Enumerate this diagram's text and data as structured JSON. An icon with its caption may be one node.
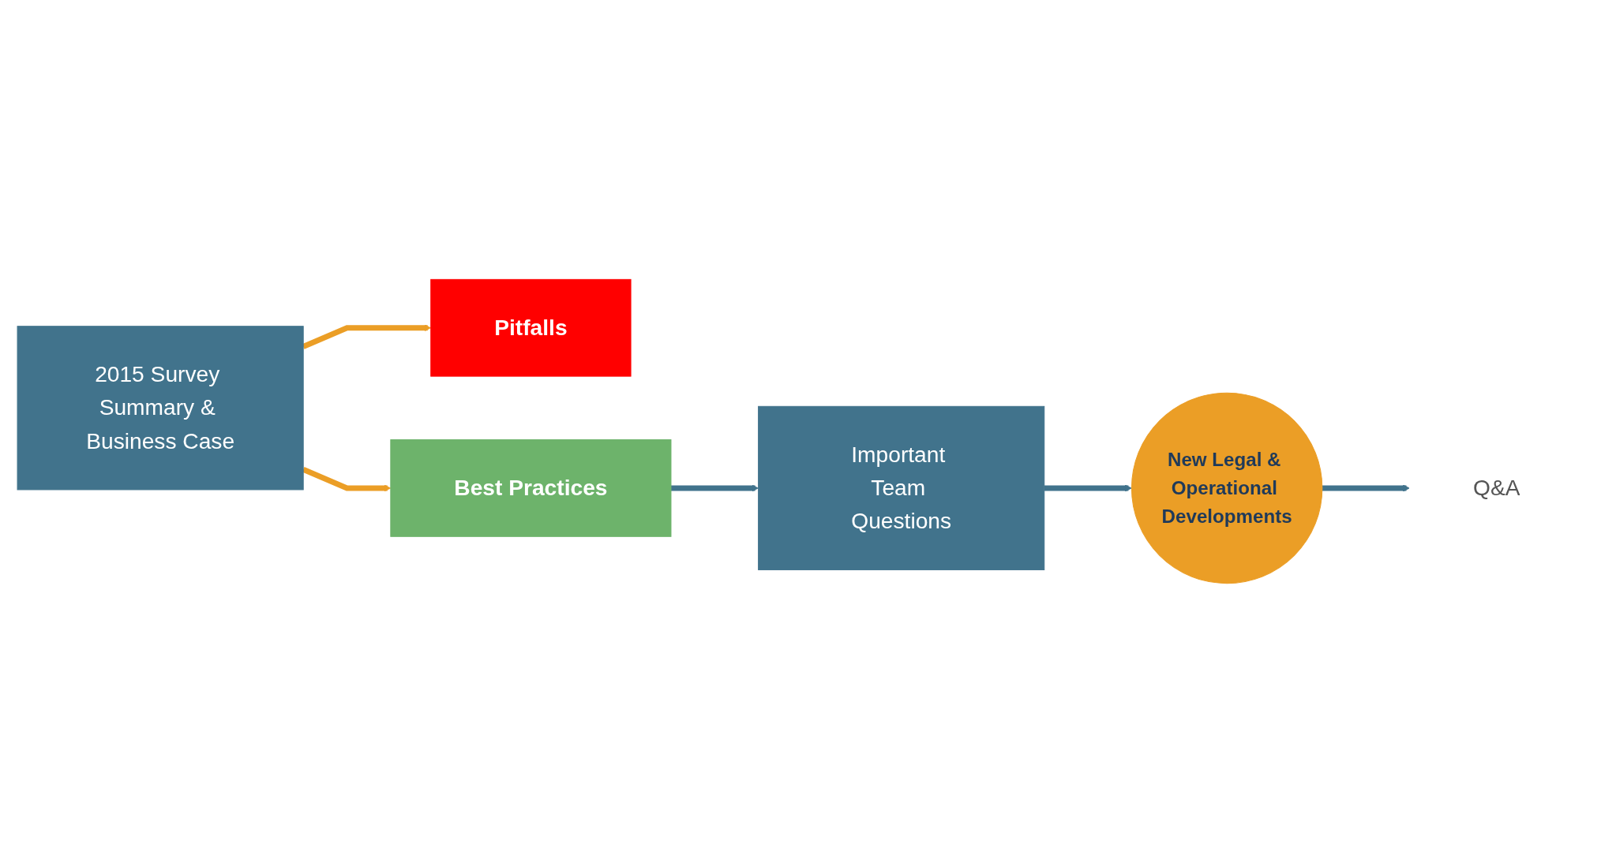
{
  "diagram": {
    "nodes": [
      {
        "text": [
          "2015 Survey Summary & Business Case"
        ]
      },
      {
        "text": [
          "Pitfalls"
        ]
      },
      {
        "text": [
          "Best Practices"
        ]
      },
      {
        "text": [
          "Important Team Questions"
        ]
      },
      {
        "text": [
          "New Legal & Operational Developments"
        ]
      },
      {
        "text": [
          "Q&A"
        ]
      }
    ],
    "edges": [
      {
        "from": 0,
        "to": 1,
        "arrow": "to",
        "color": "#eb9e26"
      },
      {
        "from": 0,
        "to": 2,
        "arrow": "to",
        "color": "#eb9e26"
      },
      {
        "from": 2,
        "to": 3,
        "arrow": "to"
      },
      {
        "from": 3,
        "to": 4,
        "arrow": "to"
      },
      {
        "from": 4,
        "to": 5,
        "arrow": "to"
      }
    ]
  }
}
